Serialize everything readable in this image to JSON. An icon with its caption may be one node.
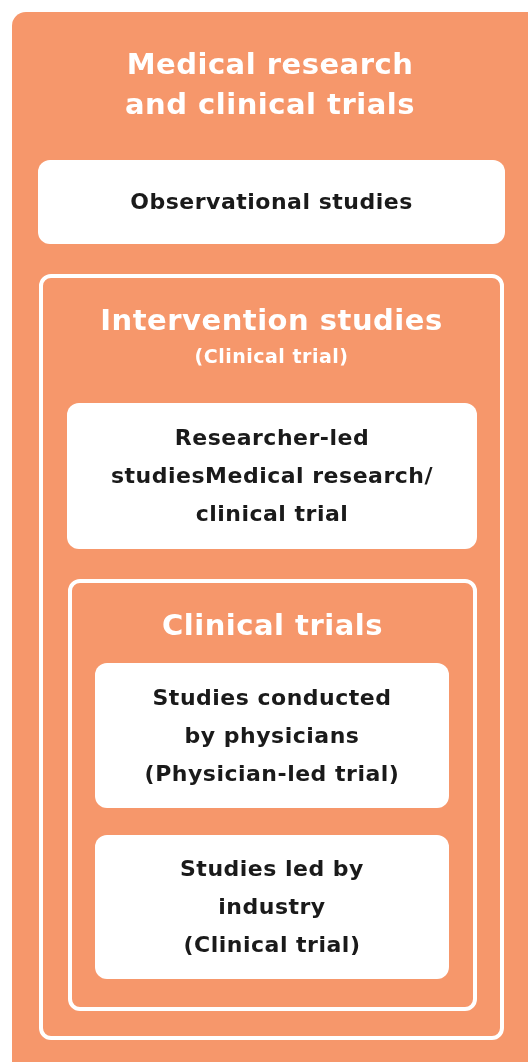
{
  "diagram": {
    "nodes": [
      {
        "text": [
          "Medical research and clinical trials"
        ]
      },
      {
        "text": [
          "Observational studies"
        ],
        "in": 0
      },
      {
        "text": [
          "Intervention studies",
          "(Clinical trial)"
        ],
        "in": 0
      },
      {
        "text": [
          "Researcher-led studiesMedical research/ clinical trial"
        ],
        "in": 2
      },
      {
        "text": [
          "Clinical trials"
        ],
        "in": 2
      },
      {
        "text": [
          "Studies conducted by physicians (Physician-led trial)"
        ],
        "in": 4
      },
      {
        "text": [
          "Studies led by industry (Clinical trial)"
        ],
        "in": 4
      }
    ]
  }
}
